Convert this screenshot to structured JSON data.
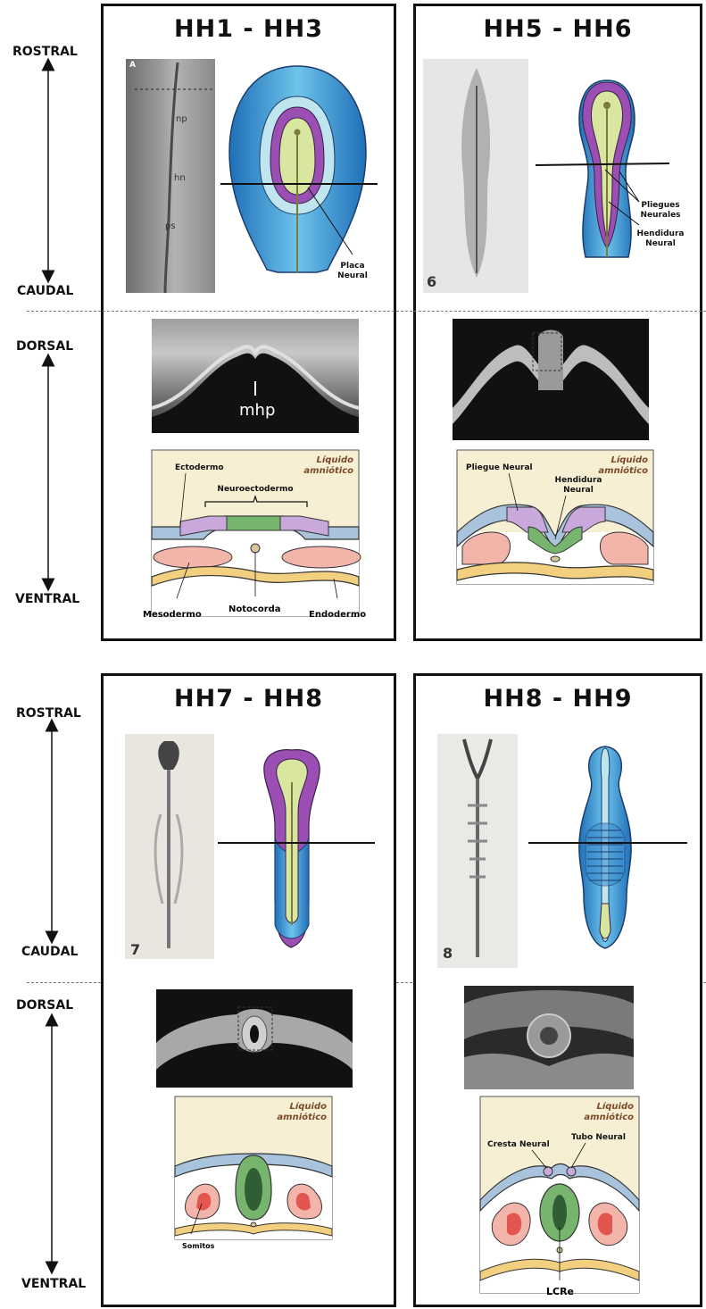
{
  "axes": {
    "rostral": "ROSTRAL",
    "caudal": "CAUDAL",
    "dorsal": "DORSAL",
    "ventral": "VENTRAL"
  },
  "panels": {
    "p1": {
      "title": "HH1 - HH3"
    },
    "p2": {
      "title": "HH5 - HH6"
    },
    "p3": {
      "title": "HH7 - HH8"
    },
    "p4": {
      "title": "HH8 - HH9"
    }
  },
  "photo_labels": {
    "p1_letter": "A",
    "p1_np": "np",
    "p1_hn": "hn",
    "p1_ps": "ps",
    "p1_mhp": "mhp",
    "p2_num": "6",
    "p3_num": "7",
    "p4_num": "8"
  },
  "labels": {
    "placa_1": "Placa",
    "placa_2": "Neural",
    "pliegues_1": "Pliegues",
    "pliegues_2": "Neurales",
    "hendidura_1": "Hendidura",
    "hendidura_2": "Neural",
    "amniotico_1": "Líquido",
    "amniotico_2": "amniótico",
    "ectodermo": "Ectodermo",
    "neuroectodermo": "Neuroectodermo",
    "mesodermo": "Mesodermo",
    "notocorda": "Notocorda",
    "endodermo": "Endodermo",
    "pliegue_neural": "Pliegue Neural",
    "somitos": "Somitos",
    "cresta_neural": "Cresta Neural",
    "tubo_neural": "Tubo Neural",
    "lcre": "LCRe"
  },
  "colors": {
    "blue_outer": "#2b8fd1",
    "blue_light": "#bfe6ee",
    "purple": "#9b4fb3",
    "yellowgreen": "#d8e6a0",
    "ectoderm": "#a9c3dc",
    "neuroecto": "#c9a9dc",
    "green": "#77b56f",
    "mesoderm": "#f3b4aa",
    "endoderm": "#f2d080",
    "amniotic_bg": "#f7efd4"
  }
}
